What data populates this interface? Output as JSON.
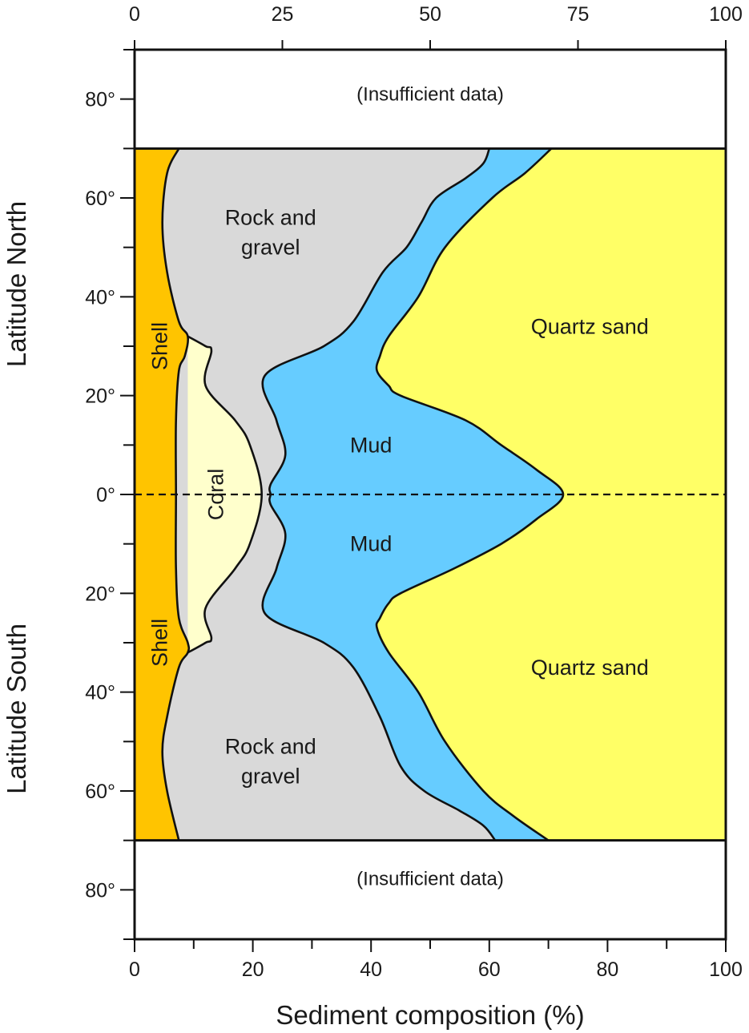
{
  "chart_data": {
    "type": "area",
    "xlabel": "Sediment composition (%)",
    "xlim": [
      0,
      100
    ],
    "x_ticks_bottom": [
      "0",
      "20",
      "40",
      "60",
      "80",
      "100"
    ],
    "x_ticks_top": [
      "0",
      "25",
      "50",
      "75",
      "100"
    ],
    "ylim": [
      -90,
      90
    ],
    "y_ticks": [
      {
        "lat": 80,
        "label": "80°"
      },
      {
        "lat": 60,
        "label": "60°"
      },
      {
        "lat": 40,
        "label": "40°"
      },
      {
        "lat": 20,
        "label": "20°"
      },
      {
        "lat": 0,
        "label": "0°"
      },
      {
        "lat": -20,
        "label": "20°"
      },
      {
        "lat": -40,
        "label": "40°"
      },
      {
        "lat": -60,
        "label": "60°"
      },
      {
        "lat": -80,
        "label": "80°"
      }
    ],
    "ylabel_north": "Latitude North",
    "ylabel_south": "Latitude South",
    "data_range_lat": [
      -70,
      70
    ],
    "insufficient_label_north": "(Insufficient data)",
    "insufficient_label_south": "(Insufficient data)",
    "equator": {
      "lat": 0,
      "style": "dashed"
    },
    "series": [
      {
        "name": "Shell",
        "color": "#FFC400",
        "boundary": [
          [
            70,
            7.5
          ],
          [
            65,
            5.5
          ],
          [
            55,
            4.7
          ],
          [
            45,
            5.5
          ],
          [
            35,
            7.5
          ],
          [
            32,
            9
          ],
          [
            28,
            8.5
          ],
          [
            25,
            7.5
          ],
          [
            15,
            7
          ],
          [
            0,
            7
          ],
          [
            -15,
            7
          ],
          [
            -25,
            7.5
          ],
          [
            -30,
            9
          ],
          [
            -32,
            9
          ],
          [
            -35,
            7.5
          ],
          [
            -45,
            5.5
          ],
          [
            -52,
            4.7
          ],
          [
            -60,
            5.5
          ],
          [
            -70,
            7.5
          ]
        ],
        "labels": [
          {
            "text": "Shell",
            "lat": 30,
            "x": 4.5,
            "vertical": true
          },
          {
            "text": "Shell",
            "lat": -30,
            "x": 4.5,
            "vertical": true
          }
        ]
      },
      {
        "name": "Coral",
        "color": "#FFFFCC",
        "boundary": [
          [
            32,
            9
          ],
          [
            30,
            12
          ],
          [
            29,
            13
          ],
          [
            22,
            12
          ],
          [
            15,
            17
          ],
          [
            10,
            19.5
          ],
          [
            0,
            21.5
          ],
          [
            -10,
            19.5
          ],
          [
            -15,
            17
          ],
          [
            -23,
            12
          ],
          [
            -29,
            13
          ],
          [
            -30,
            12
          ],
          [
            -32,
            9
          ]
        ],
        "labels": [
          {
            "text": "Coral",
            "lat": 0,
            "x": 14,
            "vertical": true
          }
        ]
      },
      {
        "name": "Rock and gravel",
        "color": "#D9D9D9",
        "boundary": [
          [
            70,
            60
          ],
          [
            67,
            59
          ],
          [
            64,
            56
          ],
          [
            60,
            51
          ],
          [
            55,
            48.5
          ],
          [
            50,
            46
          ],
          [
            45,
            42
          ],
          [
            35,
            37
          ],
          [
            30,
            32
          ],
          [
            24,
            22
          ],
          [
            15,
            24
          ],
          [
            8,
            25.5
          ],
          [
            2,
            23
          ],
          [
            0,
            23
          ],
          [
            -2,
            23
          ],
          [
            -8,
            25.5
          ],
          [
            -15,
            24
          ],
          [
            -24,
            22
          ],
          [
            -30,
            32
          ],
          [
            -35,
            37
          ],
          [
            -45,
            41.5
          ],
          [
            -55,
            45
          ],
          [
            -60,
            49
          ],
          [
            -64,
            55
          ],
          [
            -67,
            59
          ],
          [
            -70,
            61
          ]
        ],
        "labels": [
          {
            "text": "Rock and",
            "lat": 56,
            "x": 23
          },
          {
            "text": "gravel",
            "lat": 50,
            "x": 23
          },
          {
            "text": "Rock and",
            "lat": -51,
            "x": 23
          },
          {
            "text": "gravel",
            "lat": -57,
            "x": 23
          }
        ]
      },
      {
        "name": "Mud",
        "color": "#66CCFF",
        "boundary": [
          [
            70,
            70.5
          ],
          [
            65,
            66
          ],
          [
            60,
            60.5
          ],
          [
            50,
            52.5
          ],
          [
            40,
            48
          ],
          [
            32,
            43
          ],
          [
            28,
            41.5
          ],
          [
            25,
            41
          ],
          [
            22,
            43
          ],
          [
            20,
            45
          ],
          [
            15,
            56
          ],
          [
            10,
            62
          ],
          [
            5,
            68
          ],
          [
            0,
            72.5
          ],
          [
            -5,
            68
          ],
          [
            -10,
            62
          ],
          [
            -15,
            54
          ],
          [
            -20,
            45
          ],
          [
            -22,
            43
          ],
          [
            -25,
            41.5
          ],
          [
            -27,
            41
          ],
          [
            -32,
            43
          ],
          [
            -40,
            48
          ],
          [
            -50,
            52.5
          ],
          [
            -60,
            59
          ],
          [
            -65,
            64
          ],
          [
            -70,
            70
          ]
        ],
        "labels": [
          {
            "text": "Mud",
            "lat": 10,
            "x": 40
          },
          {
            "text": "Mud",
            "lat": -10,
            "x": 40
          }
        ]
      },
      {
        "name": "Quartz sand",
        "color": "#FFFF66",
        "boundary": [
          [
            70,
            100
          ],
          [
            -70,
            100
          ]
        ],
        "labels": [
          {
            "text": "Quartz sand",
            "lat": 34,
            "x": 77
          },
          {
            "text": "Quartz sand",
            "lat": -35,
            "x": 77
          }
        ]
      }
    ]
  }
}
